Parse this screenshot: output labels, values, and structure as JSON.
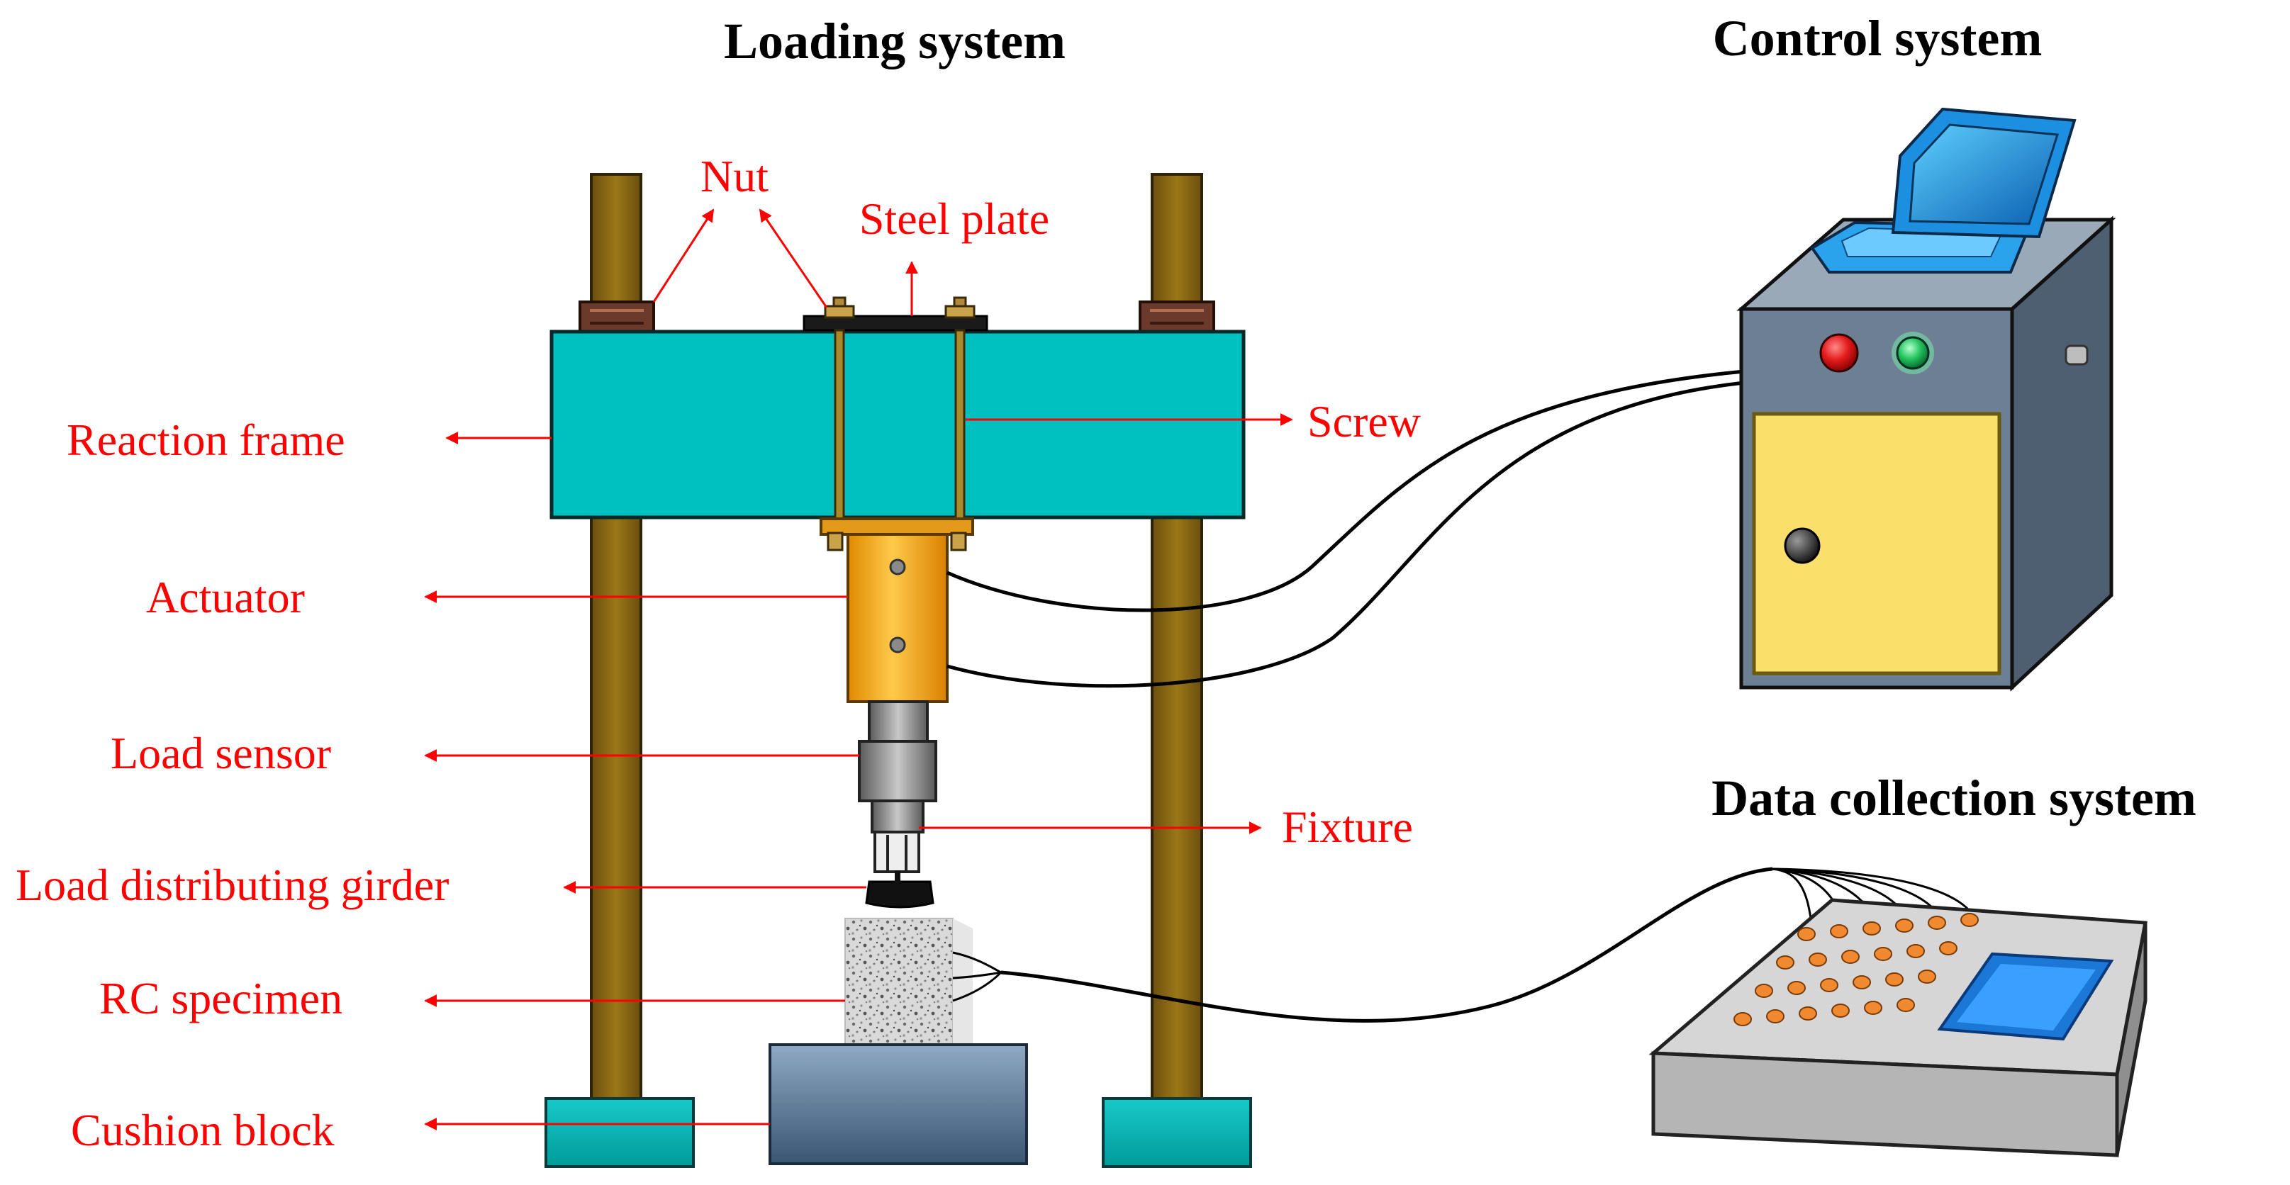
{
  "titles": {
    "loading": "Loading system",
    "control": "Control system",
    "data_collection": "Data collection system"
  },
  "labels": {
    "nut": "Nut",
    "steel_plate": "Steel plate",
    "reaction_frame": "Reaction frame",
    "screw": "Screw",
    "actuator": "Actuator",
    "load_sensor": "Load sensor",
    "fixture": "Fixture",
    "load_distributing_girder": "Load distributing girder",
    "rc_specimen": "RC specimen",
    "cushion_block": "Cushion block"
  },
  "colors": {
    "label_red": "#ff0000",
    "frame_teal": "#00c0c0",
    "column_brown": "#8b6914",
    "actuator_orange": "#f5a91a",
    "cabinet_door_yellow": "#f9e06a",
    "cabinet_gray": "#6d7f93",
    "laptop_blue": "#1c8fe0",
    "button_red": "#e31b1b",
    "button_green": "#22c55e",
    "collector_gray": "#d3d3d3",
    "pin_orange": "#f08a30",
    "cushion_slate": "#4a6a8a"
  }
}
